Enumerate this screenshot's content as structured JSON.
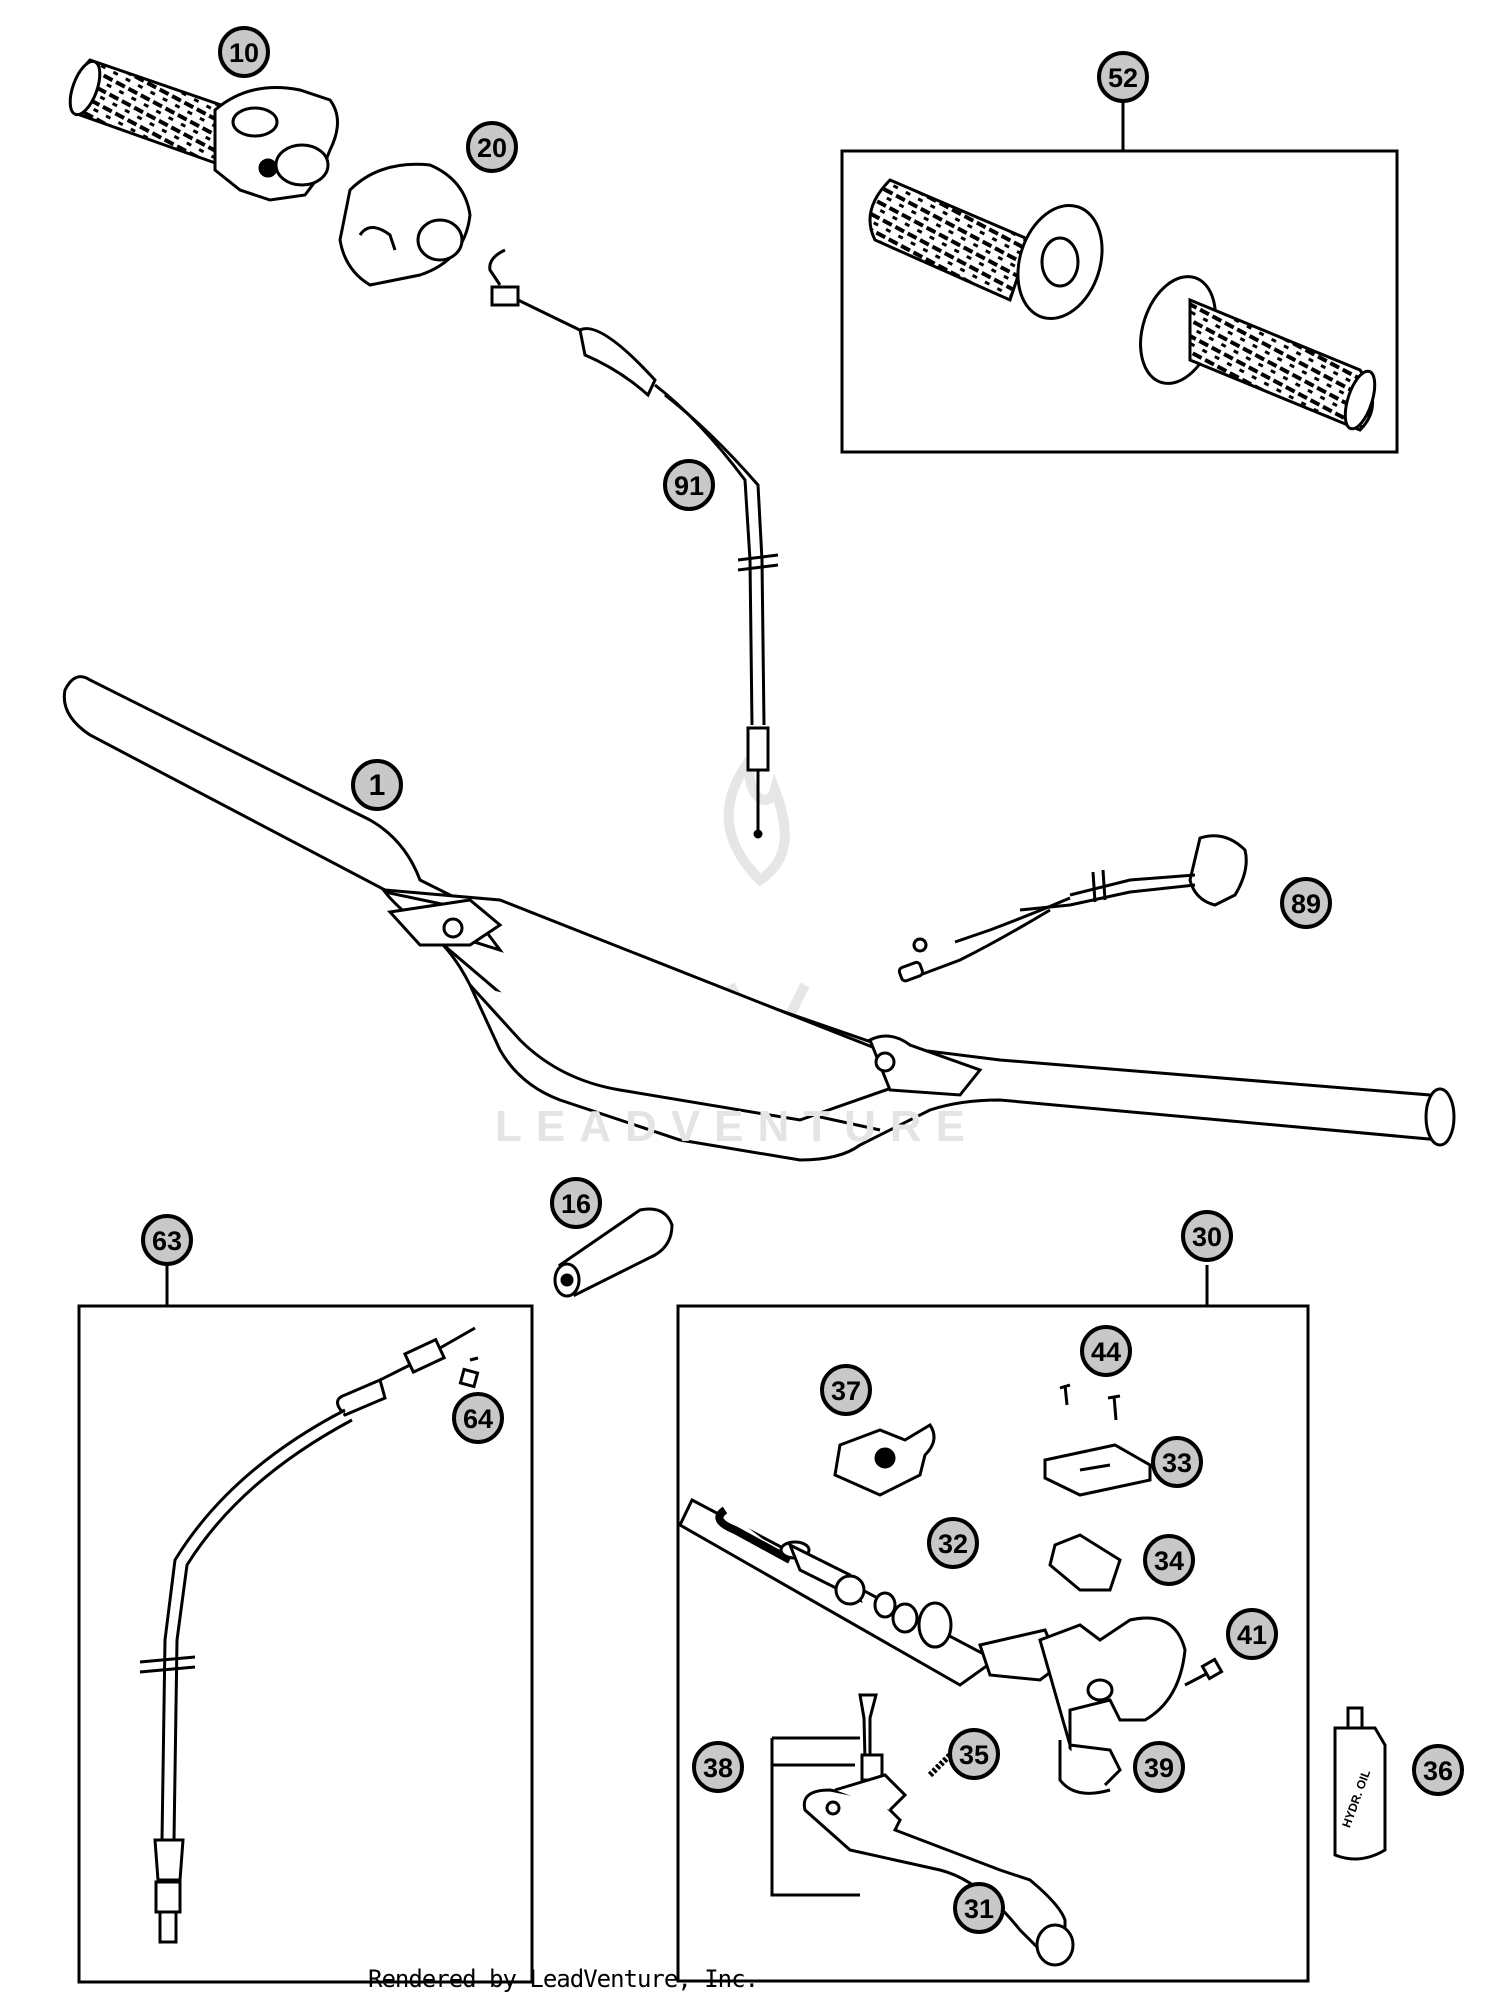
{
  "callouts": [
    {
      "id": "p1",
      "label": "1"
    },
    {
      "id": "p10",
      "label": "10"
    },
    {
      "id": "p16",
      "label": "16"
    },
    {
      "id": "p20",
      "label": "20"
    },
    {
      "id": "p30",
      "label": "30"
    },
    {
      "id": "p31",
      "label": "31"
    },
    {
      "id": "p32",
      "label": "32"
    },
    {
      "id": "p33",
      "label": "33"
    },
    {
      "id": "p34",
      "label": "34"
    },
    {
      "id": "p35",
      "label": "35"
    },
    {
      "id": "p36",
      "label": "36"
    },
    {
      "id": "p37",
      "label": "37"
    },
    {
      "id": "p38",
      "label": "38"
    },
    {
      "id": "p39",
      "label": "39"
    },
    {
      "id": "p41",
      "label": "41"
    },
    {
      "id": "p44",
      "label": "44"
    },
    {
      "id": "p52",
      "label": "52"
    },
    {
      "id": "p63",
      "label": "63"
    },
    {
      "id": "p64",
      "label": "64"
    },
    {
      "id": "p89",
      "label": "89"
    },
    {
      "id": "p91",
      "label": "91"
    }
  ],
  "bottle_label": "HYDR. OIL",
  "watermark": "LEADVENTURE",
  "footer": "Rendered by LeadVenture, Inc.",
  "colors": {
    "ink": "#000000",
    "paper": "#ffffff",
    "callout_fill": "#c8c8c8",
    "watermark": "#e4e4e4"
  }
}
